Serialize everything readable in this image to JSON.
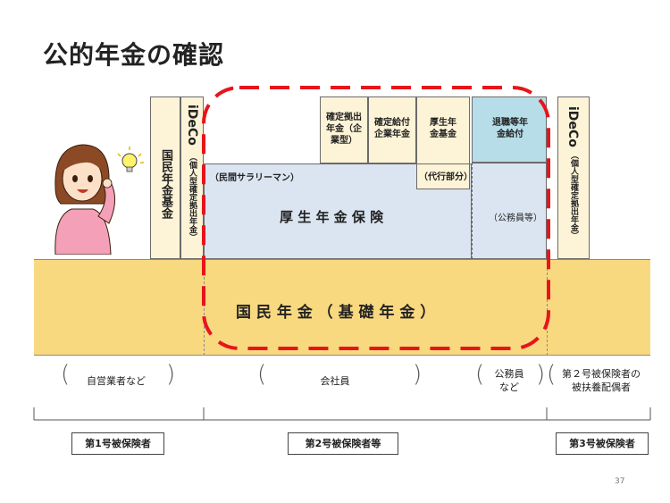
{
  "title": "公的年金の確認",
  "ideco_label": "iDeCo",
  "ideco_sub": "（個人型確定拠出年金）",
  "kokumin_kikin": "国民年金基金",
  "kakutei_kigyo": "確定拠出年金（企業型）",
  "kakutei_kyufu": "確定給付企業年金",
  "kosei_kikin": "厚生年金基金",
  "taishoku_kyufu": "退職等年金給付",
  "daiko": "（代行部分）",
  "minkan": "（民間サラリーマン）",
  "kosei_hoken": "厚 生 年 金 保 険",
  "koumuin_paren": "（公務員等）",
  "kokumin_nenkin": "国 民 年 金 （ 基 礎 年 金 ）",
  "categories": {
    "jieigyo": "自営業者など",
    "kaishain": "会社員",
    "koumuin_line1": "公務員",
    "koumuin_line2": "など",
    "hifuyo_line1": "第２号被保険者の",
    "hifuyo_line2": "被扶養配偶者"
  },
  "insured": {
    "dai1": "第1号被保険者",
    "dai2": "第2号被保険者等",
    "dai3": "第3号被保険者"
  },
  "page_number": "37",
  "colors": {
    "cream": "#fdf3d6",
    "blue": "#dbe5f1",
    "teal": "#b6dde8",
    "yellow": "#f9d980",
    "highlight": "#e8141b"
  }
}
